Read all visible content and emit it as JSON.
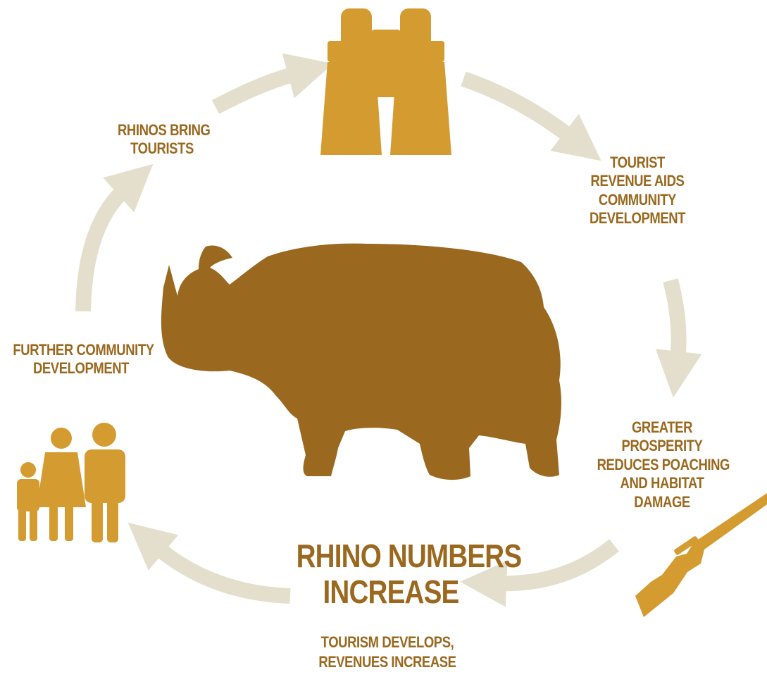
{
  "colors": {
    "arrow": "#e3dfcc",
    "rhino": "#9a681e",
    "icon": "#d39b30",
    "text": "#9a681e"
  },
  "icons": {
    "rhino": "rhino-silhouette-icon",
    "binoculars": "binoculars-icon",
    "family": "family-icon",
    "rifle": "rifle-icon"
  },
  "labels": {
    "center": [
      "RHINO NUMBERS",
      "INCREASE"
    ],
    "tourists": [
      "RHINOS BRING",
      "TOURISTS"
    ],
    "revenue": [
      "TOURIST",
      "REVENUE AIDS",
      "COMMUNITY",
      "DEVELOPMENT"
    ],
    "prosperity": [
      "GREATER",
      "PROSPERITY",
      "REDUCES POACHING",
      "AND HABITAT",
      "DAMAGE"
    ],
    "tourism": [
      "TOURISM DEVELOPS,",
      "REVENUES INCREASE"
    ],
    "further": [
      "FURTHER COMMUNITY",
      "DEVELOPMENT"
    ]
  }
}
